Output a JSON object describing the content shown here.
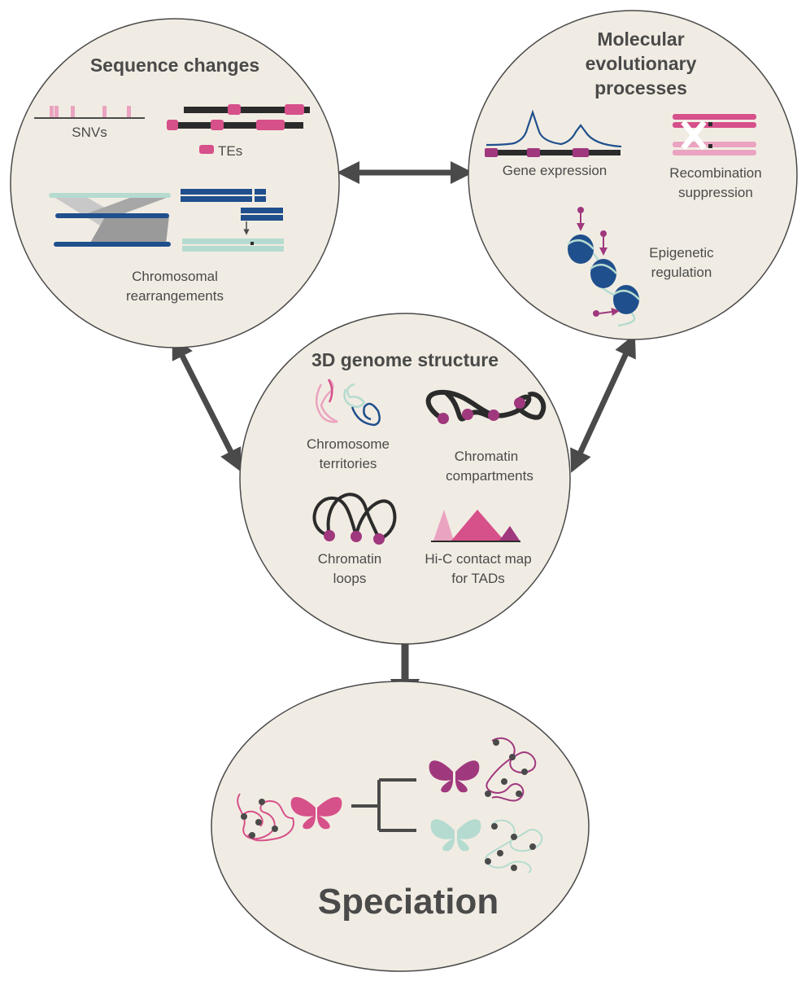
{
  "colors": {
    "circle_fill": "#f1ece3",
    "circle_stroke": "#4a4a4a",
    "arrow": "#4a4a4a",
    "pink": "#d6508a",
    "light_pink": "#eaa3c0",
    "magenta": "#a0387e",
    "navy": "#1f4f8c",
    "mint": "#b5dbd0",
    "black": "#2b2b2b",
    "text": "#4a4a4a"
  },
  "sequence": {
    "title": "Sequence changes",
    "snvs": "SNVs",
    "tes": "TEs",
    "rearr_1": "Chromosomal",
    "rearr_2": "rearrangements"
  },
  "molecular": {
    "title_1": "Molecular",
    "title_2": "evolutionary",
    "title_3": "processes",
    "gene_expression": "Gene expression",
    "recomb_1": "Recombination",
    "recomb_2": "suppression",
    "epi_1": "Epigenetic",
    "epi_2": "regulation"
  },
  "genome3d": {
    "title": "3D genome structure",
    "territories_1": "Chromosome",
    "territories_2": "territories",
    "compartments_1": "Chromatin",
    "compartments_2": "compartments",
    "loops_1": "Chromatin",
    "loops_2": "loops",
    "hic_1": "Hi-C contact map",
    "hic_2": "for TADs"
  },
  "speciation": {
    "title": "Speciation"
  }
}
